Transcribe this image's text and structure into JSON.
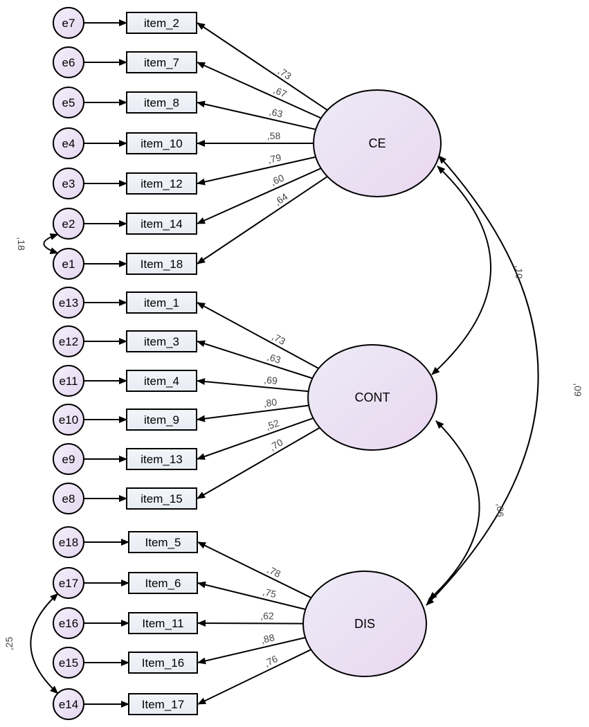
{
  "factors": [
    {
      "id": "CE",
      "label": "CE"
    },
    {
      "id": "CONT",
      "label": "CONT"
    },
    {
      "id": "DIS",
      "label": "DIS"
    }
  ],
  "rows": [
    {
      "error": "e7",
      "item": "item_2",
      "factor": "CE",
      "loading": ",73"
    },
    {
      "error": "e6",
      "item": "item_7",
      "factor": "CE",
      "loading": ",67"
    },
    {
      "error": "e5",
      "item": "item_8",
      "factor": "CE",
      "loading": ",63"
    },
    {
      "error": "e4",
      "item": "item_10",
      "factor": "CE",
      "loading": ",58"
    },
    {
      "error": "e3",
      "item": "item_12",
      "factor": "CE",
      "loading": ",79"
    },
    {
      "error": "e2",
      "item": "item_14",
      "factor": "CE",
      "loading": ",60"
    },
    {
      "error": "e1",
      "item": "Item_18",
      "factor": "CE",
      "loading": ",64"
    },
    {
      "error": "e13",
      "item": "item_1",
      "factor": "CONT",
      "loading": ",73"
    },
    {
      "error": "e12",
      "item": "item_3",
      "factor": "CONT",
      "loading": ",63"
    },
    {
      "error": "e11",
      "item": "item_4",
      "factor": "CONT",
      "loading": ",69"
    },
    {
      "error": "e10",
      "item": "item_9",
      "factor": "CONT",
      "loading": ",80"
    },
    {
      "error": "e9",
      "item": "item_13",
      "factor": "CONT",
      "loading": ",52"
    },
    {
      "error": "e8",
      "item": "item_15",
      "factor": "CONT",
      "loading": ",70"
    },
    {
      "error": "e18",
      "item": "Item_5",
      "factor": "DIS",
      "loading": ",78"
    },
    {
      "error": "e17",
      "item": "Item_6",
      "factor": "DIS",
      "loading": ",75"
    },
    {
      "error": "e16",
      "item": "Item_11",
      "factor": "DIS",
      "loading": ",62"
    },
    {
      "error": "e15",
      "item": "Item_16",
      "factor": "DIS",
      "loading": ",88"
    },
    {
      "error": "e14",
      "item": "Item_17",
      "factor": "DIS",
      "loading": ",76"
    }
  ],
  "error_covariances": [
    {
      "from": "e2",
      "to": "e1",
      "value": ",18"
    },
    {
      "from": "e17",
      "to": "e14",
      "value": ",25"
    }
  ],
  "factor_correlations": [
    {
      "from": "CE",
      "to": "CONT",
      "value": ",10"
    },
    {
      "from": "CONT",
      "to": "DIS",
      "value": ",06"
    },
    {
      "from": "CE",
      "to": "DIS",
      "value": ",09"
    }
  ],
  "colors": {
    "node_fill_start": "#f2effa",
    "node_fill_end": "#e6d8f0",
    "box_fill": "#eef1f6",
    "stroke": "#000000",
    "coef_text": "#444444"
  }
}
